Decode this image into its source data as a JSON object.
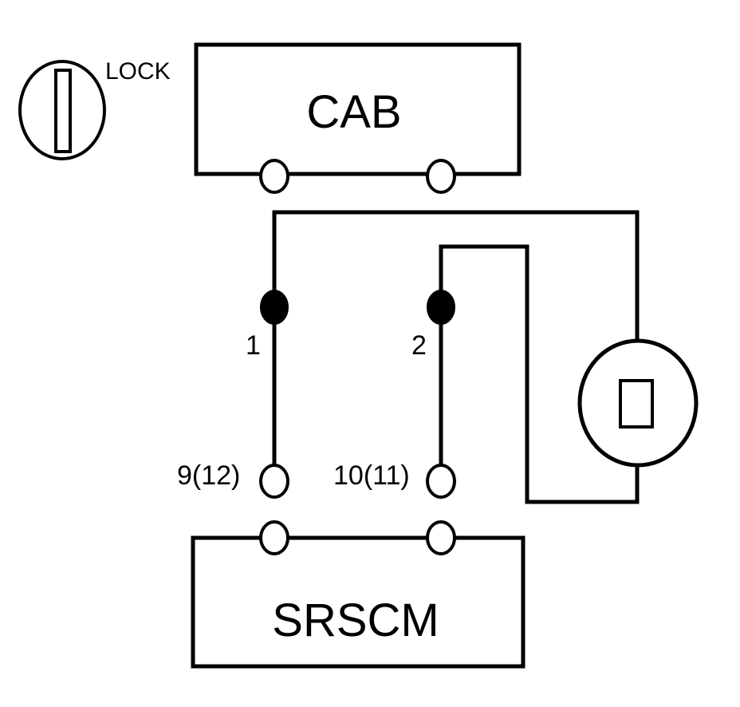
{
  "lock_label": "LOCK",
  "cab_label": "CAB",
  "srscm_label": "SRSCM",
  "pins": {
    "pin1": "1",
    "pin2": "2",
    "pin_left": "9(12)",
    "pin_right": "10(11)"
  },
  "icons": {
    "lock": "key-lock-icon",
    "sensor": "sensor-icon"
  }
}
